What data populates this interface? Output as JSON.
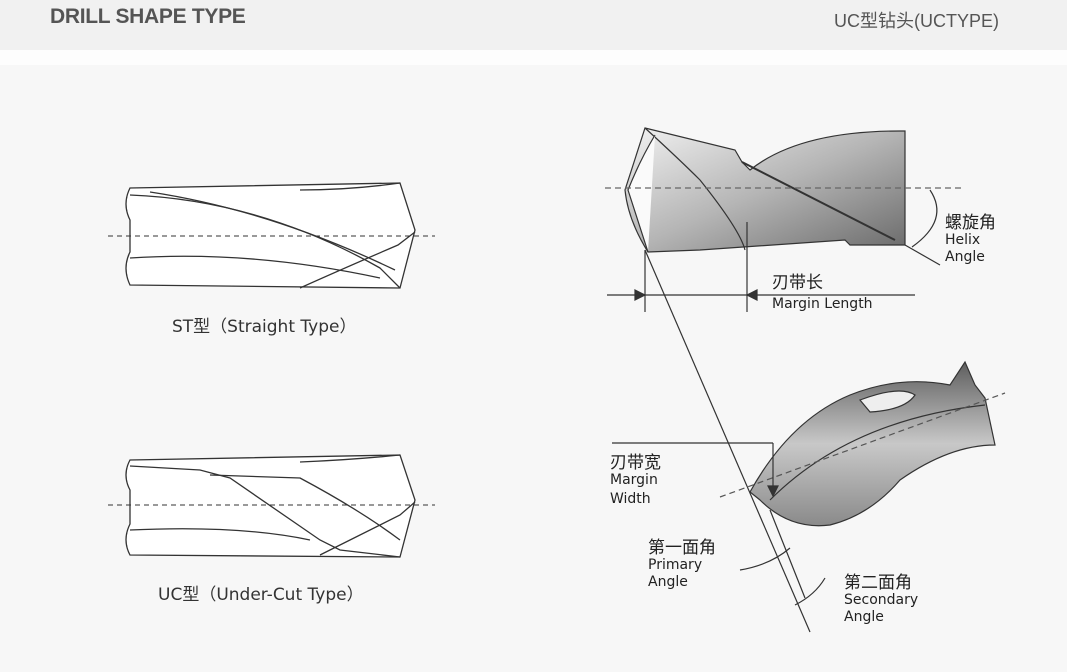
{
  "header": {
    "title": "DRILL SHAPE TYPE",
    "subtitle": "UC型钻头(UCTYPE)"
  },
  "left": {
    "st_label": "ST型（Straight Type）",
    "uc_label": "UC型（Under-Cut Type）"
  },
  "right": {
    "helix_cn": "螺旋角",
    "helix_en1": "Helix",
    "helix_en2": "Angle",
    "margin_length_cn": "刃带长",
    "margin_length_en": "Margin Length",
    "margin_width_cn": "刃带宽",
    "margin_width_en1": "Margin",
    "margin_width_en2": "Width",
    "primary_cn": "第一面角",
    "primary_en1": "Primary",
    "primary_en2": "Angle",
    "secondary_cn": "第二面角",
    "secondary_en1": "Secondary",
    "secondary_en2": "Angle"
  }
}
